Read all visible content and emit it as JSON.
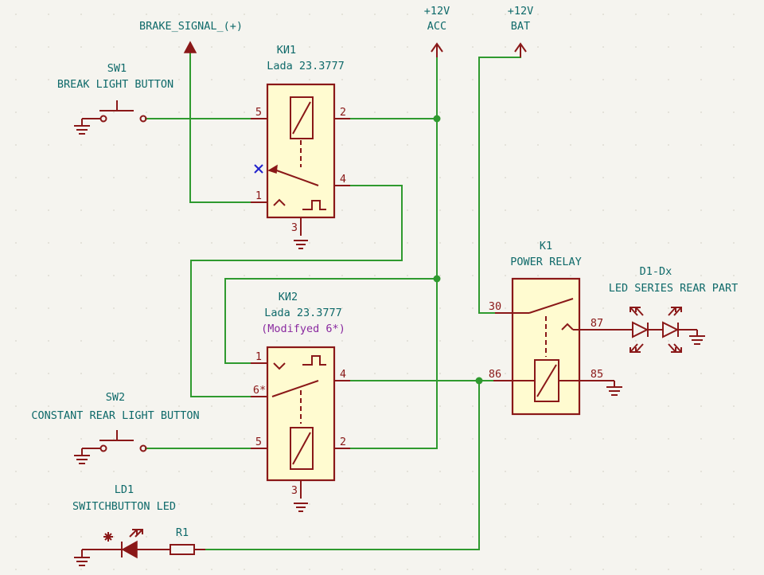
{
  "nets": {
    "brake_signal": "BRAKE_SIGNAL_(+)",
    "acc_voltage": "+12V",
    "acc_name": "ACC",
    "bat_voltage": "+12V",
    "bat_name": "BAT"
  },
  "components": {
    "sw1": {
      "ref": "SW1",
      "value": "BREAK LIGHT BUTTON"
    },
    "ki1": {
      "ref": "КИ1",
      "value": "Lada 23.3777"
    },
    "ki2": {
      "ref": "КИ2",
      "value": "Lada 23.3777",
      "note": "(Modifyed 6*)"
    },
    "k1": {
      "ref": "K1",
      "value": "POWER RELAY"
    },
    "d1": {
      "ref": "D1-Dx",
      "value": "LED SERIES REAR PART"
    },
    "sw2": {
      "ref": "SW2",
      "value": "CONSTANT REAR LIGHT BUTTON"
    },
    "ld1": {
      "ref": "LD1",
      "value": "SWITCHBUTTON LED"
    },
    "r1": {
      "ref": "R1"
    }
  },
  "pins": {
    "ki1": {
      "p5": "5",
      "p2": "2",
      "p1": "1",
      "p4": "4",
      "p3": "3"
    },
    "ki2": {
      "p1": "1",
      "p6": "6*",
      "p4": "4",
      "p5": "5",
      "p2": "2",
      "p3": "3"
    },
    "k1": {
      "p30": "30",
      "p87": "87",
      "p86": "86",
      "p85": "85"
    }
  },
  "colors": {
    "wire": "#2f9a2f",
    "component": "#8a1818",
    "component_fill": "#fffbd0",
    "label": "#0f6a6a",
    "note": "#8a2aa0",
    "no_connect": "#2222cc",
    "background": "#f5f4ef"
  }
}
